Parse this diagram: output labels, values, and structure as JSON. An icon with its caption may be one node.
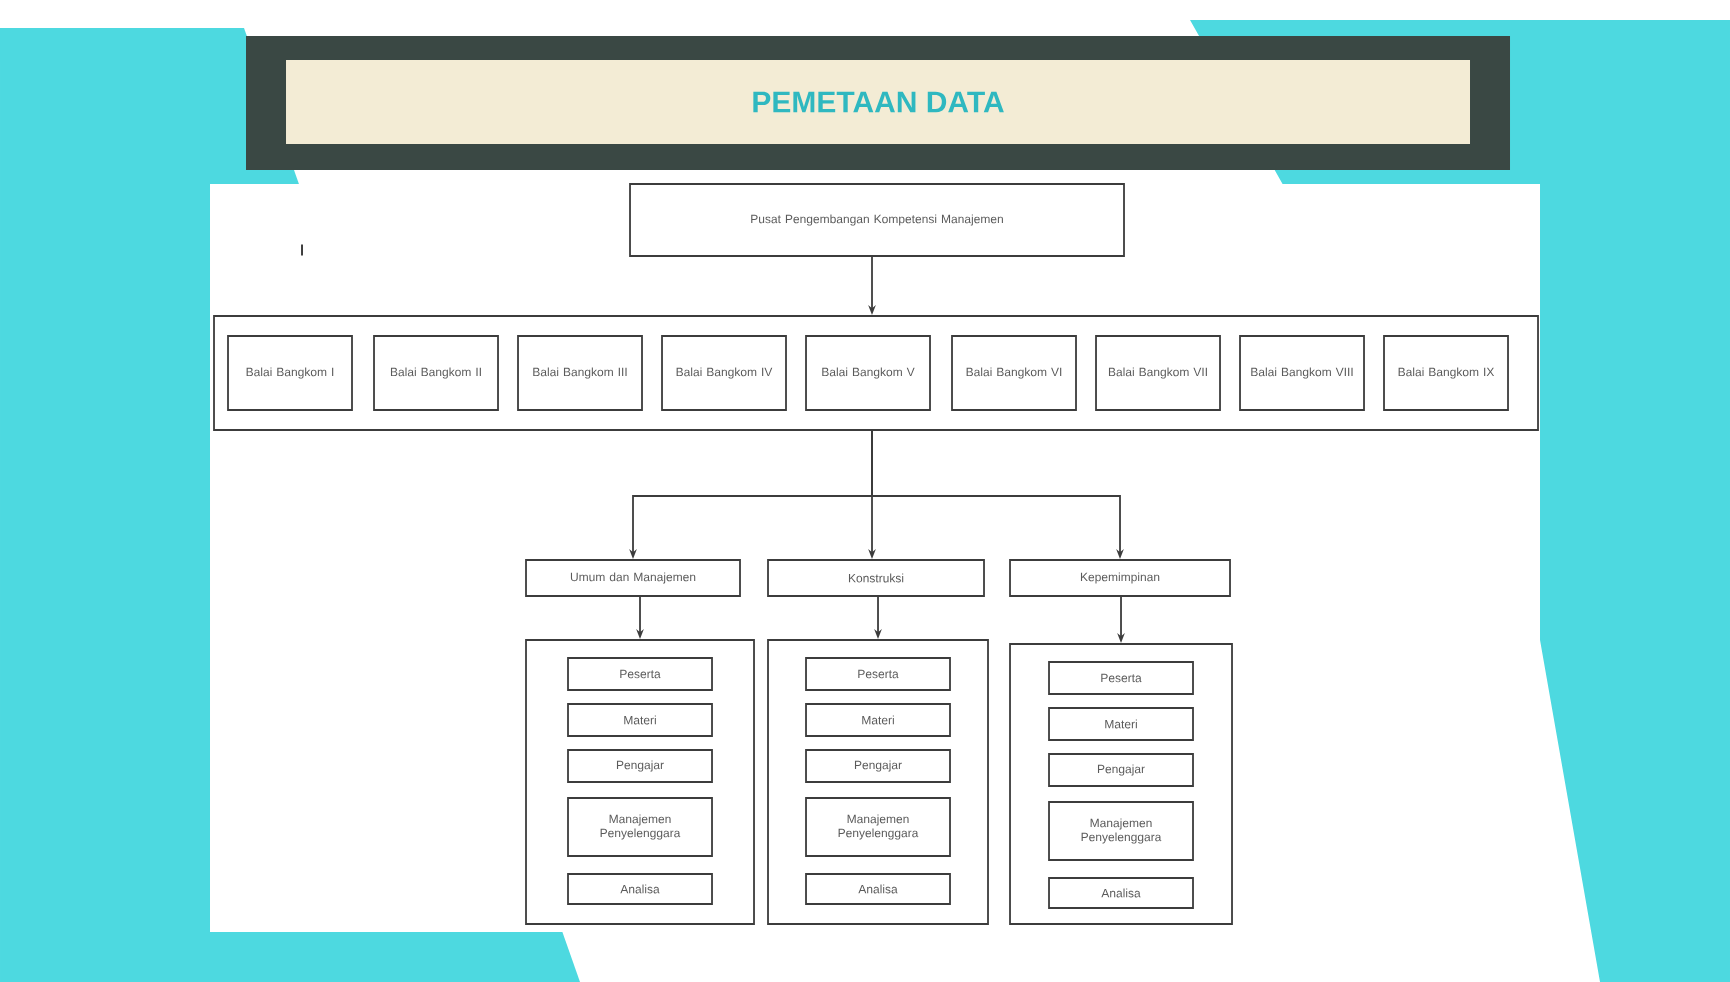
{
  "diagram": {
    "title": "PEMETAAN DATA",
    "nodes": [
      {
        "text": [
          "Pusat Pengembangan Kompetensi Manajemen"
        ]
      },
      {
        "text": [],
        "shape": "box"
      },
      {
        "text": [
          "Balai Bangkom I"
        ],
        "in": 1
      },
      {
        "text": [
          "Balai Bangkom II"
        ],
        "in": 1
      },
      {
        "text": [
          "Balai Bangkom III"
        ],
        "in": 1
      },
      {
        "text": [
          "Balai Bangkom IV"
        ],
        "in": 1
      },
      {
        "text": [
          "Balai Bangkom V"
        ],
        "in": 1
      },
      {
        "text": [
          "Balai Bangkom VI"
        ],
        "in": 1
      },
      {
        "text": [
          "Balai Bangkom VII"
        ],
        "in": 1
      },
      {
        "text": [
          "Balai Bangkom VIII"
        ],
        "in": 1
      },
      {
        "text": [
          "Balai Bangkom IX"
        ],
        "in": 1
      },
      {
        "text": [
          "Umum dan Manajemen"
        ]
      },
      {
        "text": [
          "Konstruksi"
        ]
      },
      {
        "text": [
          "Kepemimpinan"
        ]
      },
      {
        "text": [],
        "shape": "box"
      },
      {
        "text": [
          "Peserta"
        ],
        "in": 14
      },
      {
        "text": [
          "Materi"
        ],
        "in": 14
      },
      {
        "text": [
          "Pengajar"
        ],
        "in": 14
      },
      {
        "text": [
          "Manajemen Penyelenggara"
        ],
        "in": 14
      },
      {
        "text": [
          "Analisa"
        ],
        "in": 14
      },
      {
        "text": [],
        "shape": "box"
      },
      {
        "text": [
          "Peserta"
        ],
        "in": 20
      },
      {
        "text": [
          "Materi"
        ],
        "in": 20
      },
      {
        "text": [
          "Pengajar"
        ],
        "in": 20
      },
      {
        "text": [
          "Manajemen Penyelenggara"
        ],
        "in": 20
      },
      {
        "text": [
          "Analisa"
        ],
        "in": 20
      },
      {
        "text": [],
        "shape": "box"
      },
      {
        "text": [
          "Peserta"
        ],
        "in": 26
      },
      {
        "text": [
          "Materi"
        ],
        "in": 26
      },
      {
        "text": [
          "Pengajar"
        ],
        "in": 26
      },
      {
        "text": [
          "Manajemen Penyelenggara"
        ],
        "in": 26
      },
      {
        "text": [
          "Analisa"
        ],
        "in": 26
      }
    ],
    "edges": [
      {
        "from": 0,
        "to": 1,
        "arrow": "to"
      },
      {
        "from": 1,
        "to": 11,
        "arrow": "to"
      },
      {
        "from": 1,
        "to": 12,
        "arrow": "to"
      },
      {
        "from": 1,
        "to": 13,
        "arrow": "to"
      },
      {
        "from": 11,
        "to": 14,
        "arrow": "to"
      },
      {
        "from": 12,
        "to": 20,
        "arrow": "to"
      },
      {
        "from": 13,
        "to": 26,
        "arrow": "to"
      }
    ],
    "labels": [
      "I"
    ]
  }
}
